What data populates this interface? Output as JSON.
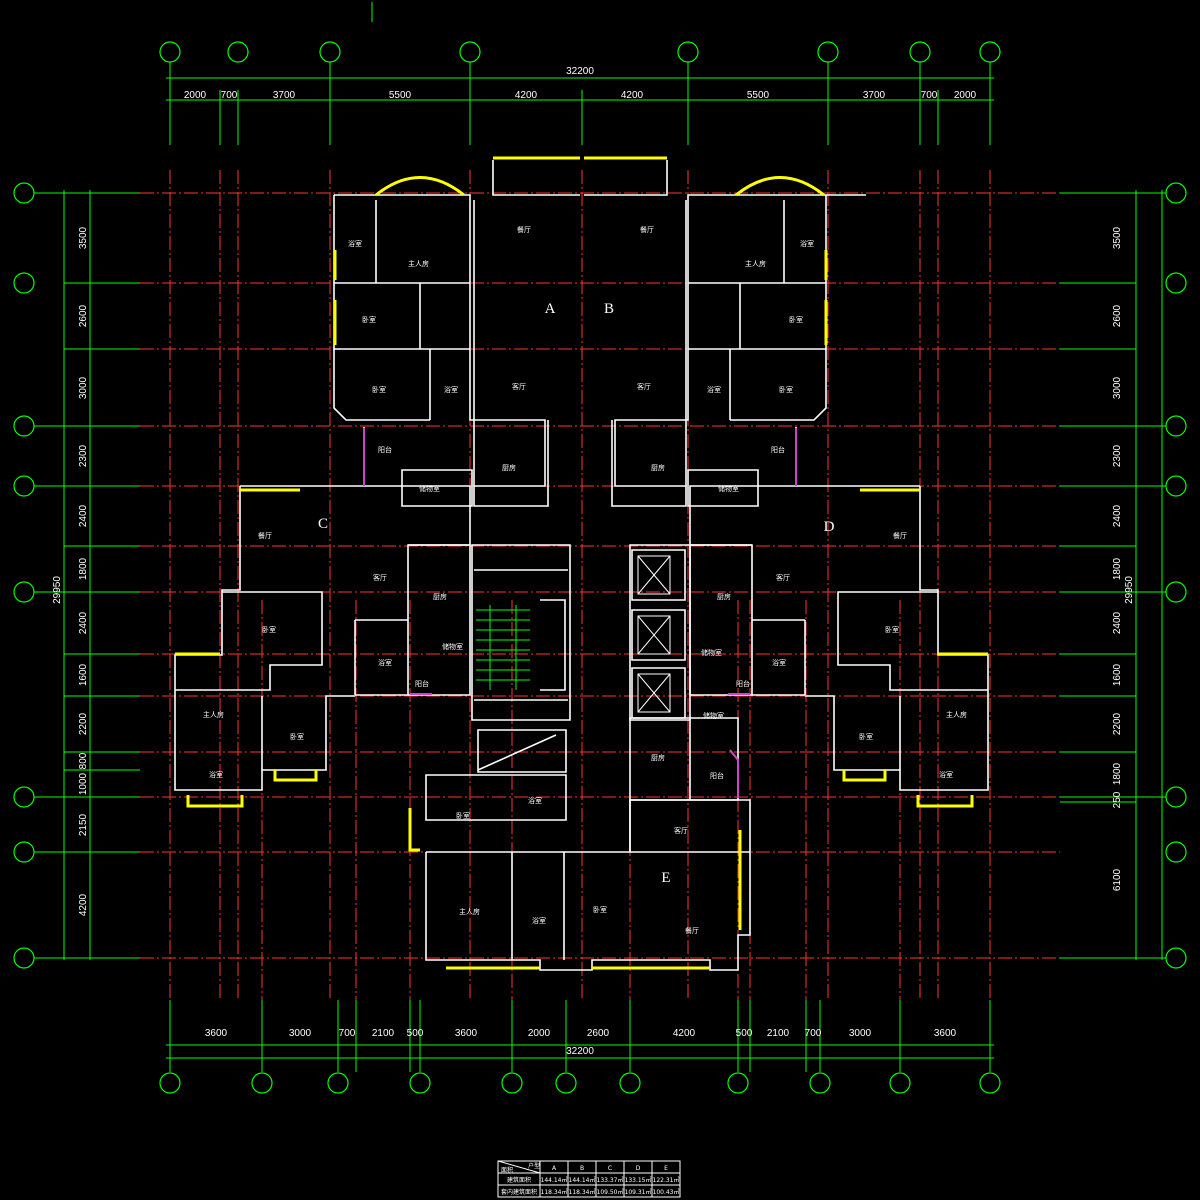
{
  "drawing": {
    "total_width_label": "32200",
    "total_height_label": "29950",
    "top_dims": [
      "2000",
      "700",
      "3700",
      "5500",
      "4200",
      "4200",
      "5500",
      "3700",
      "700",
      "2000"
    ],
    "bottom_dims": [
      "3600",
      "3000",
      "700",
      "2100",
      "500",
      "3600",
      "2000",
      "2600",
      "4200",
      "500",
      "2100",
      "700",
      "3000",
      "3600"
    ],
    "left_dims": [
      "3500",
      "2600",
      "3000",
      "2300",
      "2400",
      "1800",
      "2400",
      "1600",
      "2200",
      "800",
      "1000",
      "2150",
      "4200"
    ],
    "right_dims": [
      "3500",
      "2600",
      "3000",
      "2300",
      "2400",
      "1800",
      "2400",
      "1600",
      "2200",
      "1800",
      "250",
      "6100"
    ],
    "unit_labels": [
      "A",
      "B",
      "C",
      "D",
      "E"
    ],
    "rooms": {
      "living": "客厅",
      "dining": "餐厅",
      "master_bedroom": "主人房",
      "bedroom": "卧室",
      "bathroom": "浴室",
      "kitchen": "厨房",
      "balcony": "阳台",
      "storage": "储物室"
    }
  },
  "area_table": {
    "header_corner": [
      "户型",
      "面积"
    ],
    "columns": [
      "A",
      "B",
      "C",
      "D",
      "E"
    ],
    "rows": [
      {
        "label": "建筑面积",
        "values": [
          "144.14㎡",
          "144.14㎡",
          "133.37㎡",
          "133.15㎡",
          "122.31㎡"
        ]
      },
      {
        "label": "套内建筑面积",
        "values": [
          "118.34㎡",
          "118.34㎡",
          "109.50㎡",
          "109.31㎡",
          "100.43㎡"
        ]
      }
    ]
  },
  "colors": {
    "axis_grid": "#ff3333",
    "dimension": "#00ff00",
    "wall": "#ffffff",
    "window": "#ffff00",
    "railing": "#cc44cc"
  }
}
